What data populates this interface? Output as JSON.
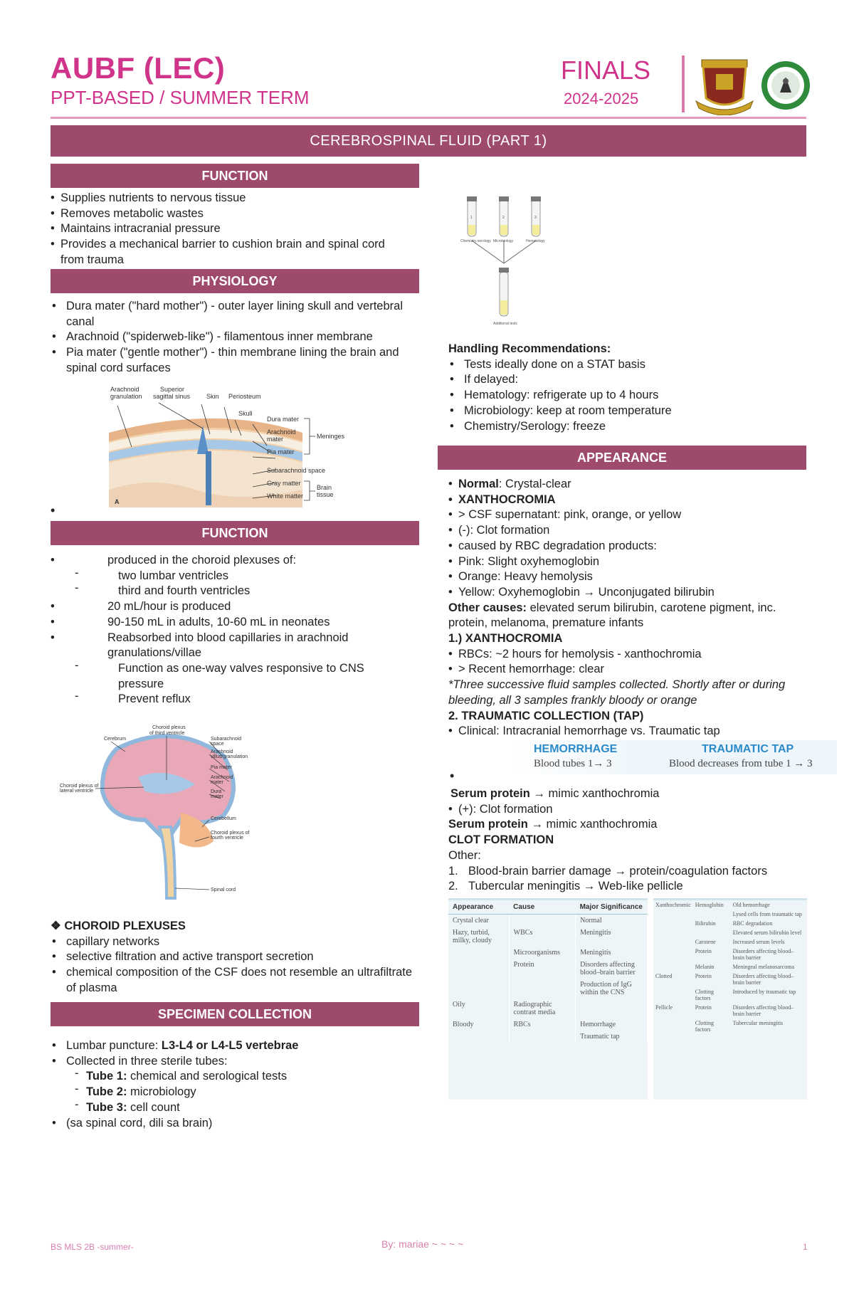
{
  "header": {
    "title": "AUBF (LEC)",
    "subtitle": "PPT-BASED / SUMMER TERM",
    "exam": "FINALS",
    "year": "2024-2025",
    "main_banner": "CEREBROSPINAL FLUID (PART 1)"
  },
  "left": {
    "function1": {
      "heading": "FUNCTION",
      "items": [
        "Supplies nutrients to nervous tissue",
        "Removes metabolic wastes",
        "Maintains intracranial pressure",
        "Provides a mechanical barrier to cushion brain and spinal cord from trauma"
      ]
    },
    "physiology": {
      "heading": "PHYSIOLOGY",
      "items": [
        "Dura mater (\"hard mother\") - outer layer lining skull and vertebral canal",
        "Arachnoid (\"spiderweb-like\") - filamentous inner membrane",
        "Pia mater (\"gentle mother\") - thin membrane lining the brain and spinal cord surfaces"
      ],
      "fig_labels": [
        "Arachnoid granulation",
        "Superior sagittal sinus",
        "Skin",
        "Periosteum",
        "Skull",
        "Dura mater",
        "Arachnoid mater",
        "Pia mater",
        "Meninges",
        "Subarachnoid space",
        "Gray matter",
        "White matter",
        "Brain tissue",
        "A"
      ]
    },
    "function2": {
      "heading": "FUNCTION",
      "b1": "produced in the choroid plexuses of:",
      "b1_sub": [
        "two lumbar ventricles",
        "third and fourth ventricles"
      ],
      "b2": "20 mL/hour is produced",
      "b3": "90-150 mL in adults, 10-60 mL in neonates",
      "b4": "Reabsorbed into blood capillaries in arachnoid granulations/villae",
      "b4_sub": [
        "Function as one-way valves responsive to CNS pressure",
        "Prevent reflux"
      ],
      "fig_labels": [
        "Choroid plexus of third ventricle",
        "Cerebrum",
        "Subarachnoid space",
        "Arachnoid villus/granulation",
        "Pia mater",
        "Arachnoid mater",
        "Dura mater",
        "Cerebellum",
        "Choroid plexus of fourth ventricle",
        "Choroid plexus of lateral ventricle",
        "Spinal cord"
      ]
    },
    "choroid": {
      "heading": "❖ CHOROID PLEXUSES",
      "items": [
        "capillary networks",
        "selective filtration and active transport secretion",
        "chemical composition of the CSF does not resemble an ultrafiltrate of plasma"
      ]
    },
    "specimen": {
      "heading": "SPECIMEN COLLECTION",
      "lp_prefix": "Lumbar puncture: ",
      "lp_bold": "L3-L4 or L4-L5 vertebrae",
      "collected": "Collected in three sterile tubes:",
      "tubes": [
        {
          "label": "Tube 1:",
          "text": " chemical and serological tests"
        },
        {
          "label": "Tube 2:",
          "text": " microbiology"
        },
        {
          "label": "Tube 3:",
          "text": " cell count"
        }
      ],
      "note": "(sa spinal cord, dili sa brain)"
    }
  },
  "right": {
    "tubes_fig": {
      "tube_labels": [
        "Chemistry serology",
        "Microbiology",
        "Hematology",
        "Additional tests"
      ],
      "tube_numbers": [
        "1",
        "2",
        "3"
      ]
    },
    "handling": {
      "heading": "Handling Recommendations:",
      "items": [
        "Tests ideally done on a STAT basis",
        "If delayed:",
        "Hematology: refrigerate up to 4 hours",
        "Microbiology: keep at room temperature",
        "Chemistry/Serology: freeze"
      ]
    },
    "appearance": {
      "heading": "APPEARANCE",
      "normal_label": "Normal",
      "normal_text": ": Crystal-clear",
      "xantho": "XANTHOCROMIA",
      "items": [
        "> CSF supernatant: pink, orange, or yellow",
        "(-): Clot formation",
        "caused by RBC degradation products:",
        "Pink: Slight oxyhemoglobin",
        "Orange: Heavy hemolysis",
        "Yellow: Oxyhemoglobin → Unconjugated bilirubin"
      ],
      "other_label": "Other causes:",
      "other_text": " elevated serum bilirubin, carotene pigment, inc. protein, melanoma, premature infants",
      "h1": "1.)  XANTHOCROMIA",
      "h1_items": [
        "RBCs: ~2 hours for hemolysis - xanthochromia",
        "> Recent hemorrhage: clear"
      ],
      "italic_note": "*Three successive fluid samples collected. Shortly after or during bleeding, all 3 samples frankly bloody or orange",
      "h2": "2. TRAUMATIC COLLECTION (TAP)",
      "h2_items": [
        "Clinical: Intracranial hemorrhage vs. Traumatic tap"
      ],
      "compare": {
        "left_title": "HEMORRHAGE",
        "left_text": "Blood tubes 1→ 3",
        "right_title": "TRAUMATIC TAP",
        "right_text": "Blood decreases from tube 1 → 3"
      },
      "serum1_bold": "Serum protein",
      "serum1_text": " → mimic xanthochromia",
      "clot_pos": "(+): Clot formation",
      "serum2_bold": "Serum protein",
      "serum2_text": " → mimic xanthochromia",
      "clot_heading": "CLOT FORMATION",
      "other": "Other:",
      "numbered": [
        "Blood-brain barrier damage → protein/coagulation factors",
        "Tubercular meningitis → Web-like pellicle"
      ]
    },
    "table1": {
      "headers": [
        "Appearance",
        "Cause",
        "Major Significance"
      ],
      "rows": [
        [
          "Crystal clear",
          "",
          "Normal"
        ],
        [
          "Hazy, turbid, milky, cloudy",
          "WBCs",
          "Meningitis"
        ],
        [
          "",
          "Microorganisms",
          "Meningitis"
        ],
        [
          "",
          "Protein",
          "Disorders affecting blood–brain barrier"
        ],
        [
          "",
          "",
          "Production of IgG within the CNS"
        ],
        [
          "Oily",
          "Radiographic contrast media",
          ""
        ],
        [
          "Bloody",
          "RBCs",
          "Hemorrhage"
        ],
        [
          "",
          "",
          "Traumatic tap"
        ]
      ]
    },
    "table2": {
      "rows": [
        [
          "Xanthochromic",
          "Hemoglobin",
          "Old hemorrhage"
        ],
        [
          "",
          "",
          "Lysed cells from traumatic tap"
        ],
        [
          "",
          "Bilirubin",
          "RBC degradation"
        ],
        [
          "",
          "",
          "Elevated serum bilirubin level"
        ],
        [
          "",
          "Carotene",
          "Increased serum levels"
        ],
        [
          "",
          "Protein",
          "Disorders affecting blood–brain barrier"
        ],
        [
          "",
          "Melanin",
          "Meningeal melanosarcoma"
        ],
        [
          "Clotted",
          "Protein",
          "Disorders affecting blood–brain barrier"
        ],
        [
          "",
          "Clotting factors",
          "Introduced by traumatic tap"
        ],
        [
          "Pellicle",
          "Protein",
          "Disorders affecting blood–brain barrier"
        ],
        [
          "",
          "Clotting factors",
          "Tubercular meningitis"
        ]
      ]
    }
  },
  "footer": {
    "left": "BS MLS 2B -summer-",
    "center": "By: mariae ~ ~ ~ ~",
    "page": "1"
  },
  "colors": {
    "accent": "#d0348a",
    "banner": "#9e4a6c",
    "line": "#e29bbd"
  }
}
